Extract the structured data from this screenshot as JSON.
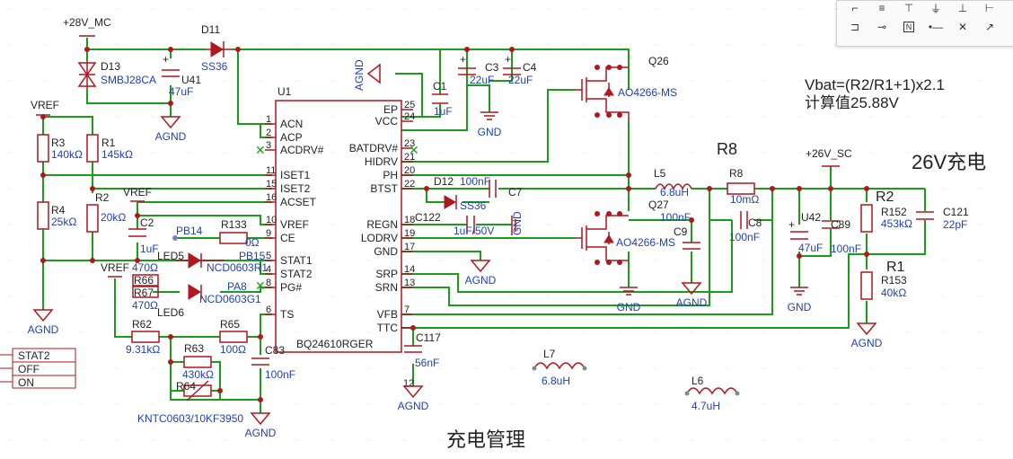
{
  "schematic": {
    "title": "充电管理",
    "formula": "Vbat=(R2/R1+1)x2.1",
    "formula_result": "计算值25.88V",
    "charge_note": "26V充电",
    "ic": {
      "ref": "U1",
      "part": "BQ24610RGER",
      "left_pins": [
        {
          "num": "1",
          "name": "ACN"
        },
        {
          "num": "2",
          "name": "ACP"
        },
        {
          "num": "3",
          "name": "ACDRV#"
        },
        {
          "num": "11",
          "name": "ISET1"
        },
        {
          "num": "15",
          "name": "ISET2"
        },
        {
          "num": "16",
          "name": "ACSET"
        },
        {
          "num": "10",
          "name": "VREF"
        },
        {
          "num": "9",
          "name": "CE"
        },
        {
          "num": "5",
          "name": "STAT1"
        },
        {
          "num": "4",
          "name": "STAT2"
        },
        {
          "num": "8",
          "name": "PG#"
        },
        {
          "num": "6",
          "name": "TS"
        }
      ],
      "right_pins": [
        {
          "num": "25",
          "name": "EP"
        },
        {
          "num": "24",
          "name": "VCC"
        },
        {
          "num": "23",
          "name": "BATDRV#"
        },
        {
          "num": "21",
          "name": "HIDRV"
        },
        {
          "num": "20",
          "name": "PH"
        },
        {
          "num": "22",
          "name": "BTST"
        },
        {
          "num": "18",
          "name": "REGN"
        },
        {
          "num": "19",
          "name": "LODRV"
        },
        {
          "num": "17",
          "name": "GND"
        },
        {
          "num": "14",
          "name": "SRP"
        },
        {
          "num": "13",
          "name": "SRN"
        },
        {
          "num": "7",
          "name": "VFB"
        },
        {
          "num": "",
          "name": "TTC"
        }
      ],
      "bottom_pin": "12"
    },
    "power_labels": {
      "v28": "+28V_MC",
      "v26": "+26V_SC",
      "vref1": "VREF",
      "vref2": "VREF",
      "vref3": "VREF",
      "agnd": "AGND",
      "gnd": "GND"
    },
    "components": {
      "d11": {
        "ref": "D11",
        "value": "SS36"
      },
      "d13": {
        "ref": "D13",
        "value": "SMBJ28CA"
      },
      "u41": {
        "ref": "U41",
        "value": "47uF"
      },
      "c1": {
        "ref": "C1",
        "value": "1uF"
      },
      "c3": {
        "ref": "C3",
        "value": "22uF"
      },
      "c4": {
        "ref": "C4",
        "value": "22uF"
      },
      "q26": {
        "ref": "Q26",
        "value": "AO4266-MS"
      },
      "q27": {
        "ref": "Q27",
        "value": "AO4266-MS"
      },
      "r3": {
        "ref": "R3",
        "value": "140kΩ"
      },
      "r1a": {
        "ref": "R1",
        "value": "145kΩ"
      },
      "r4": {
        "ref": "R4",
        "value": "25kΩ"
      },
      "r2a": {
        "ref": "R2",
        "value": "20kΩ"
      },
      "c2": {
        "ref": "C2",
        "value": "1uF"
      },
      "pb14": {
        "ref": "PB14"
      },
      "r133": {
        "ref": "R133",
        "value": "0Ω"
      },
      "led5": {
        "ref": "LED5",
        "value": "NCD0603R1"
      },
      "pb15": {
        "ref": "PB15"
      },
      "r66": {
        "ref": "R66",
        "value": "470Ω"
      },
      "r67": {
        "ref": "R67",
        "value": "470Ω"
      },
      "led6": {
        "ref": "LED6",
        "value": "NCD0603G1"
      },
      "pa8": {
        "ref": "PA8"
      },
      "r62": {
        "ref": "R62",
        "value": "9.31kΩ"
      },
      "r65": {
        "ref": "R65",
        "value": "100Ω"
      },
      "r63": {
        "ref": "R63",
        "value": "430kΩ"
      },
      "r64": {
        "ref": "R64",
        "value": "KNTC0603/10KF3950"
      },
      "c83": {
        "ref": "C83",
        "value": "100nF"
      },
      "d12": {
        "ref": "D12",
        "value": "SS36"
      },
      "c7": {
        "ref": "C7",
        "value": "100nF"
      },
      "c122": {
        "ref": "C122",
        "value": "1uF/50V"
      },
      "l5": {
        "ref": "L5",
        "value": "6.8uH"
      },
      "r8": {
        "ref": "R8",
        "value": "10mΩ"
      },
      "r8big": "R8",
      "c9": {
        "ref": "C9",
        "value": "100nF"
      },
      "c8": {
        "ref": "C8",
        "value": "100nF"
      },
      "u42": {
        "ref": "U42",
        "value": "47uF"
      },
      "c89": {
        "ref": "C89",
        "value": "100nF"
      },
      "r152": {
        "ref": "R152",
        "value": "453kΩ"
      },
      "r153": {
        "ref": "R153",
        "value": "40kΩ"
      },
      "r2big": "R2",
      "r1big": "R1",
      "c121": {
        "ref": "C121",
        "value": "22pF"
      },
      "c117": {
        "ref": "C117",
        "value": "56nF"
      },
      "l7": {
        "ref": "L7",
        "value": "6.8uH"
      },
      "l6": {
        "ref": "L6",
        "value": "4.7uH"
      }
    },
    "stat_table": [
      "STAT2",
      "OFF",
      "ON"
    ]
  },
  "toolbar": {
    "icons": [
      "wire-icon",
      "bus-icon",
      "net-label-icon",
      "netflag-icon",
      "no-connect-icon",
      "probe-icon"
    ]
  },
  "colors": {
    "wire": "#1a9e1a",
    "component": "#b0171f",
    "value": "#1f3fbf",
    "text": "#222222"
  }
}
